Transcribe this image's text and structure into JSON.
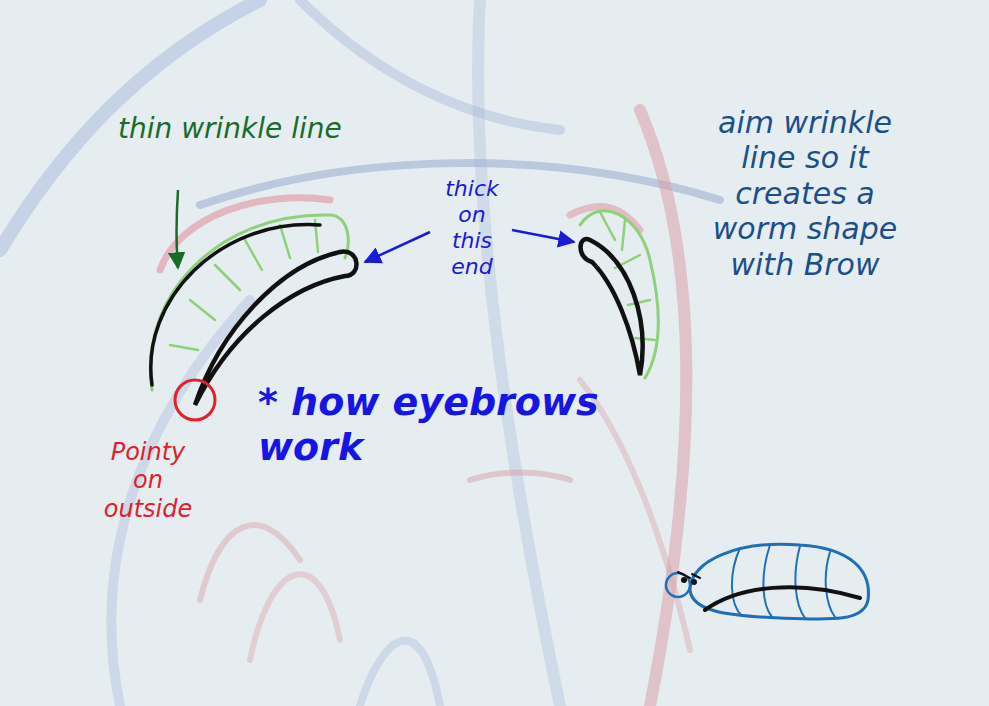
{
  "diagram": {
    "labels": [
      "thin wrinkle line",
      "thick on this end",
      "Pointy on outside",
      "* how eyebrows work",
      "aim wrinkle line so it creates a worm shape with Brow"
    ]
  }
}
